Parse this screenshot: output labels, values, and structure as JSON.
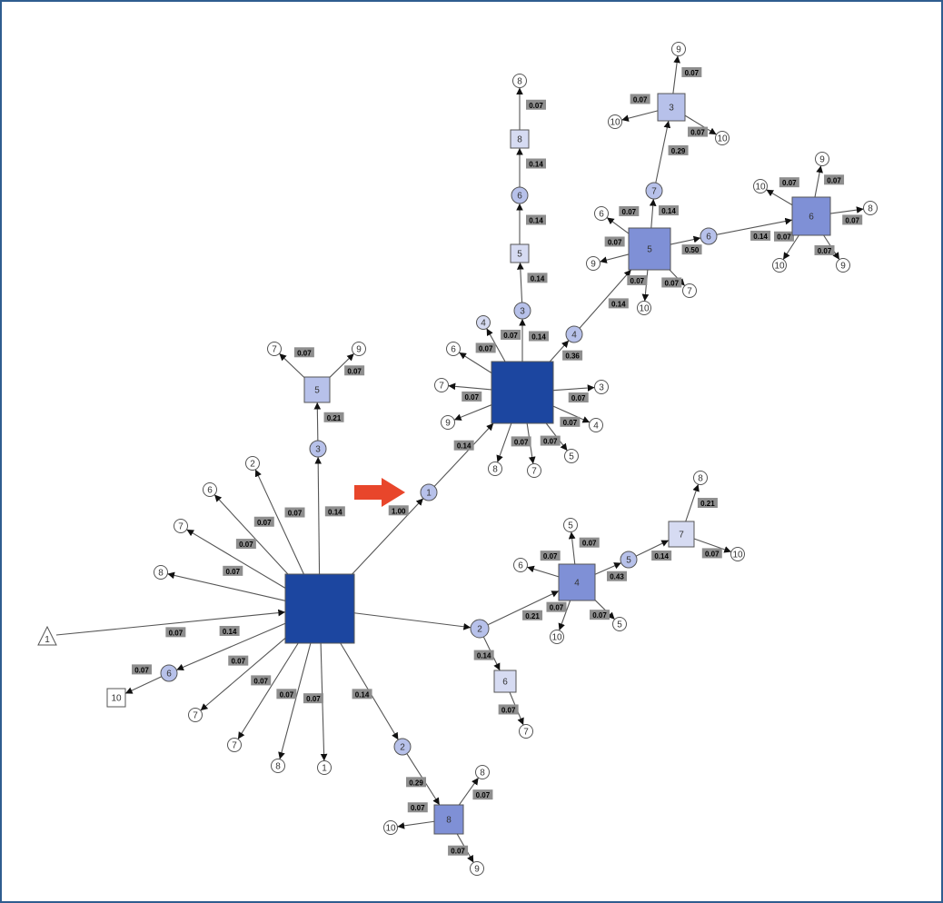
{
  "colors": {
    "c0": "#ffffff",
    "c1": "#d6dbf2",
    "c2": "#b7c1ea",
    "c3": "#7f90d6",
    "c4": "#1c46a0",
    "arrow": "#e8462b"
  },
  "diagram": {
    "nodes": [
      {
        "id": "A",
        "shape": "square",
        "label": "",
        "fill": "c4"
      },
      {
        "id": "n1",
        "shape": "circle",
        "label": "1",
        "fill": "c2"
      },
      {
        "id": "B",
        "shape": "square",
        "label": "",
        "fill": "c4"
      },
      {
        "id": "b3",
        "shape": "circle",
        "label": "3",
        "fill": "c2"
      },
      {
        "id": "b4top",
        "shape": "circle",
        "label": "4",
        "fill": "c1"
      },
      {
        "id": "b6",
        "shape": "circle",
        "label": "6",
        "fill": "c0"
      },
      {
        "id": "b7",
        "shape": "circle",
        "label": "7",
        "fill": "c0"
      },
      {
        "id": "b9",
        "shape": "circle",
        "label": "9",
        "fill": "c0"
      },
      {
        "id": "b8",
        "shape": "circle",
        "label": "8",
        "fill": "c0"
      },
      {
        "id": "b7b",
        "shape": "circle",
        "label": "7",
        "fill": "c0"
      },
      {
        "id": "b5",
        "shape": "circle",
        "label": "5",
        "fill": "c0"
      },
      {
        "id": "b4r",
        "shape": "circle",
        "label": "4",
        "fill": "c0"
      },
      {
        "id": "b3r",
        "shape": "circle",
        "label": "3",
        "fill": "c0"
      },
      {
        "id": "b4",
        "shape": "circle",
        "label": "4",
        "fill": "c2"
      },
      {
        "id": "s5",
        "shape": "square",
        "label": "5",
        "fill": "c1"
      },
      {
        "id": "c6",
        "shape": "circle",
        "label": "6",
        "fill": "c2"
      },
      {
        "id": "s8",
        "shape": "square",
        "label": "8",
        "fill": "c1"
      },
      {
        "id": "c8t",
        "shape": "circle",
        "label": "8",
        "fill": "c0"
      },
      {
        "id": "C5",
        "shape": "square",
        "label": "5",
        "fill": "c3"
      },
      {
        "id": "c6l",
        "shape": "circle",
        "label": "6",
        "fill": "c0"
      },
      {
        "id": "c9l",
        "shape": "circle",
        "label": "9",
        "fill": "c0"
      },
      {
        "id": "c10b",
        "shape": "circle",
        "label": "10",
        "fill": "c0"
      },
      {
        "id": "c7b",
        "shape": "circle",
        "label": "7",
        "fill": "c0"
      },
      {
        "id": "c7",
        "shape": "circle",
        "label": "7",
        "fill": "c2"
      },
      {
        "id": "s3",
        "shape": "square",
        "label": "3",
        "fill": "c2"
      },
      {
        "id": "c9t",
        "shape": "circle",
        "label": "9",
        "fill": "c0"
      },
      {
        "id": "c10a",
        "shape": "circle",
        "label": "10",
        "fill": "c0"
      },
      {
        "id": "c10c",
        "shape": "circle",
        "label": "10",
        "fill": "c0"
      },
      {
        "id": "c6r",
        "shape": "circle",
        "label": "6",
        "fill": "c2"
      },
      {
        "id": "S6",
        "shape": "square",
        "label": "6",
        "fill": "c3"
      },
      {
        "id": "c9a",
        "shape": "circle",
        "label": "9",
        "fill": "c0"
      },
      {
        "id": "c10d",
        "shape": "circle",
        "label": "10",
        "fill": "c0"
      },
      {
        "id": "c8r",
        "shape": "circle",
        "label": "8",
        "fill": "c0"
      },
      {
        "id": "c10e",
        "shape": "circle",
        "label": "10",
        "fill": "c0"
      },
      {
        "id": "c9b",
        "shape": "circle",
        "label": "9",
        "fill": "c0"
      },
      {
        "id": "a3",
        "shape": "circle",
        "label": "3",
        "fill": "c2"
      },
      {
        "id": "s5a",
        "shape": "square",
        "label": "5",
        "fill": "c2"
      },
      {
        "id": "a7",
        "shape": "circle",
        "label": "7",
        "fill": "c0"
      },
      {
        "id": "a9",
        "shape": "circle",
        "label": "9",
        "fill": "c0"
      },
      {
        "id": "a2",
        "shape": "circle",
        "label": "2",
        "fill": "c0"
      },
      {
        "id": "a6",
        "shape": "circle",
        "label": "6",
        "fill": "c0"
      },
      {
        "id": "a7b",
        "shape": "circle",
        "label": "7",
        "fill": "c0"
      },
      {
        "id": "a8",
        "shape": "circle",
        "label": "8",
        "fill": "c0"
      },
      {
        "id": "tri",
        "shape": "triangle",
        "label": "1",
        "fill": "c0"
      },
      {
        "id": "a6b",
        "shape": "circle",
        "label": "6",
        "fill": "c2"
      },
      {
        "id": "s10",
        "shape": "square",
        "label": "10",
        "fill": "c0"
      },
      {
        "id": "a7c",
        "shape": "circle",
        "label": "7",
        "fill": "c0"
      },
      {
        "id": "a7d",
        "shape": "circle",
        "label": "7",
        "fill": "c0"
      },
      {
        "id": "a8b",
        "shape": "circle",
        "label": "8",
        "fill": "c0"
      },
      {
        "id": "a1",
        "shape": "circle",
        "label": "1",
        "fill": "c0"
      },
      {
        "id": "a2b",
        "shape": "circle",
        "label": "2",
        "fill": "c2"
      },
      {
        "id": "S8",
        "shape": "square",
        "label": "8",
        "fill": "c3"
      },
      {
        "id": "d8",
        "shape": "circle",
        "label": "8",
        "fill": "c0"
      },
      {
        "id": "d10",
        "shape": "circle",
        "label": "10",
        "fill": "c0"
      },
      {
        "id": "d9",
        "shape": "circle",
        "label": "9",
        "fill": "c0"
      },
      {
        "id": "a2c",
        "shape": "circle",
        "label": "2",
        "fill": "c2"
      },
      {
        "id": "S4",
        "shape": "square",
        "label": "4",
        "fill": "c3"
      },
      {
        "id": "e5",
        "shape": "circle",
        "label": "5",
        "fill": "c0"
      },
      {
        "id": "e6",
        "shape": "circle",
        "label": "6",
        "fill": "c0"
      },
      {
        "id": "e10",
        "shape": "circle",
        "label": "10",
        "fill": "c0"
      },
      {
        "id": "e5b",
        "shape": "circle",
        "label": "5",
        "fill": "c0"
      },
      {
        "id": "e5c",
        "shape": "circle",
        "label": "5",
        "fill": "c2"
      },
      {
        "id": "s7",
        "shape": "square",
        "label": "7",
        "fill": "c1"
      },
      {
        "id": "e8",
        "shape": "circle",
        "label": "8",
        "fill": "c0"
      },
      {
        "id": "e10b",
        "shape": "circle",
        "label": "10",
        "fill": "c0"
      },
      {
        "id": "s6b",
        "shape": "square",
        "label": "6",
        "fill": "c1"
      },
      {
        "id": "e7",
        "shape": "circle",
        "label": "7",
        "fill": "c0"
      }
    ],
    "edges": [
      {
        "from": "A",
        "to": "n1",
        "label": "1.00"
      },
      {
        "from": "n1",
        "to": "B",
        "label": "0.14"
      },
      {
        "from": "B",
        "to": "b3",
        "label": "0.14"
      },
      {
        "from": "B",
        "to": "b4top",
        "label": "0.07"
      },
      {
        "from": "B",
        "to": "b6",
        "label": "0.07"
      },
      {
        "from": "B",
        "to": "b7",
        "label": ""
      },
      {
        "from": "B",
        "to": "b9",
        "label": "0.07"
      },
      {
        "from": "B",
        "to": "b8",
        "label": ""
      },
      {
        "from": "B",
        "to": "b7b",
        "label": "0.07"
      },
      {
        "from": "B",
        "to": "b5",
        "label": "0.07"
      },
      {
        "from": "B",
        "to": "b4r",
        "label": "0.07"
      },
      {
        "from": "B",
        "to": "b3r",
        "label": "0.07"
      },
      {
        "from": "B",
        "to": "b4",
        "label": "0.36"
      },
      {
        "from": "b3",
        "to": "s5",
        "label": "0.14"
      },
      {
        "from": "s5",
        "to": "c6",
        "label": "0.14"
      },
      {
        "from": "c6",
        "to": "s8",
        "label": "0.14"
      },
      {
        "from": "s8",
        "to": "c8t",
        "label": "0.07"
      },
      {
        "from": "b4",
        "to": "C5",
        "label": "0.14"
      },
      {
        "from": "C5",
        "to": "c6l",
        "label": "0.07"
      },
      {
        "from": "C5",
        "to": "c9l",
        "label": "0.07"
      },
      {
        "from": "C5",
        "to": "c10b",
        "label": "0.07"
      },
      {
        "from": "C5",
        "to": "c7b",
        "label": "0.07"
      },
      {
        "from": "C5",
        "to": "c7",
        "label": "0.14"
      },
      {
        "from": "c7",
        "to": "s3",
        "label": "0.29"
      },
      {
        "from": "s3",
        "to": "c9t",
        "label": "0.07"
      },
      {
        "from": "s3",
        "to": "c10a",
        "label": "0.07"
      },
      {
        "from": "s3",
        "to": "c10c",
        "label": "0.07"
      },
      {
        "from": "C5",
        "to": "c6r",
        "label": "0.50"
      },
      {
        "from": "c6r",
        "to": "S6",
        "label": "0.14"
      },
      {
        "from": "S6",
        "to": "c9a",
        "label": "0.07"
      },
      {
        "from": "S6",
        "to": "c10d",
        "label": "0.07"
      },
      {
        "from": "S6",
        "to": "c8r",
        "label": "0.07"
      },
      {
        "from": "S6",
        "to": "c10e",
        "label": "0.07"
      },
      {
        "from": "S6",
        "to": "c9b",
        "label": "0.07"
      },
      {
        "from": "A",
        "to": "a3",
        "label": "0.14"
      },
      {
        "from": "a3",
        "to": "s5a",
        "label": "0.21"
      },
      {
        "from": "s5a",
        "to": "a7",
        "label": "0.07"
      },
      {
        "from": "s5a",
        "to": "a9",
        "label": "0.07"
      },
      {
        "from": "A",
        "to": "a2",
        "label": "0.07"
      },
      {
        "from": "A",
        "to": "a6",
        "label": "0.07"
      },
      {
        "from": "A",
        "to": "a7b",
        "label": "0.07"
      },
      {
        "from": "A",
        "to": "a8",
        "label": "0.07"
      },
      {
        "from": "tri",
        "to": "A",
        "label": "0.07"
      },
      {
        "from": "A",
        "to": "a6b",
        "label": "0.14"
      },
      {
        "from": "a6b",
        "to": "s10",
        "label": "0.07"
      },
      {
        "from": "A",
        "to": "a7c",
        "label": "0.07"
      },
      {
        "from": "A",
        "to": "a7d",
        "label": "0.07"
      },
      {
        "from": "A",
        "to": "a8b",
        "label": "0.07"
      },
      {
        "from": "A",
        "to": "a1",
        "label": "0.07"
      },
      {
        "from": "A",
        "to": "a2b",
        "label": "0.14"
      },
      {
        "from": "a2b",
        "to": "S8",
        "label": "0.29"
      },
      {
        "from": "S8",
        "to": "d8",
        "label": "0.07"
      },
      {
        "from": "S8",
        "to": "d10",
        "label": "0.07"
      },
      {
        "from": "S8",
        "to": "d9",
        "label": "0.07"
      },
      {
        "from": "A",
        "to": "a2c",
        "label": ""
      },
      {
        "from": "a2c",
        "to": "S4",
        "label": "0.21"
      },
      {
        "from": "S4",
        "to": "e5",
        "label": "0.07"
      },
      {
        "from": "S4",
        "to": "e6",
        "label": "0.07"
      },
      {
        "from": "S4",
        "to": "e10",
        "label": "0.07"
      },
      {
        "from": "S4",
        "to": "e5b",
        "label": "0.07"
      },
      {
        "from": "S4",
        "to": "e5c",
        "label": "0.43"
      },
      {
        "from": "e5c",
        "to": "s7",
        "label": "0.14"
      },
      {
        "from": "s7",
        "to": "e8",
        "label": "0.21"
      },
      {
        "from": "s7",
        "to": "e10b",
        "label": "0.07"
      },
      {
        "from": "a2c",
        "to": "s6b",
        "label": "0.14"
      },
      {
        "from": "s6b",
        "to": "e7",
        "label": "0.07"
      }
    ]
  }
}
